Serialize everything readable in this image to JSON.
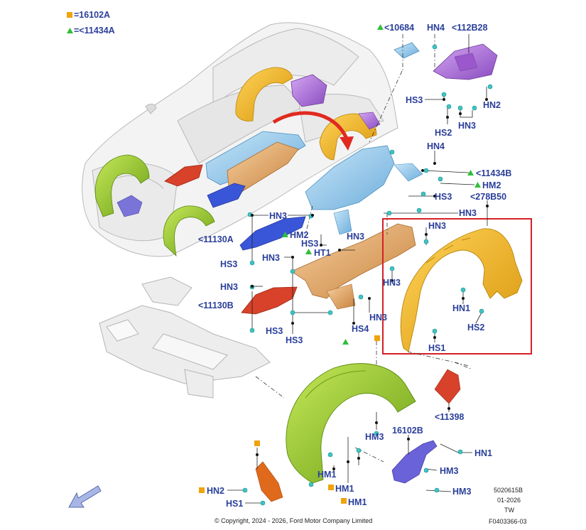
{
  "legend": {
    "square_text": "=16102A",
    "triangle_text": "=<11434A",
    "square_color": "#f0a30a",
    "triangle_color": "#2fbf3a"
  },
  "callouts": {
    "c10684": "<10684",
    "hn4_top": "HN4",
    "c112b28": "<112B28",
    "hs3_top": "HS3",
    "hn2_top": "HN2",
    "hn3_top": "HN3",
    "hs2_top": "HS2",
    "hn4_mid": "HN4",
    "c11434b": "<11434B",
    "hm2_right": "HM2",
    "hs3_mid": "HS3",
    "c278b50": "<278B50",
    "hn3_mid_right": "HN3",
    "hn3_left": "HN3",
    "c11130a": "<11130A",
    "hm2_left": "HM2",
    "hn3_center": "HN3",
    "hs3_center": "HS3",
    "ht1": "HT1",
    "hn3_lower_left": "HN3",
    "hs3_left": "HS3",
    "hn3_box_top": "HN3",
    "hn3_box_left": "HN3",
    "hn1_box": "HN1",
    "hs2_box": "HS2",
    "hs1_box": "HS1",
    "hn3_frame": "HN3",
    "c11130b": "<11130B",
    "hs3_frame_a": "HS3",
    "hs3_frame_b": "HS3",
    "hn3_low_center": "HN3",
    "hs4": "HS4",
    "c11398": "<11398",
    "hm3_liner": "HM3",
    "c16102b": "16102B",
    "hn1_bottom": "HN1",
    "hm3_bottom_a": "HM3",
    "hm3_bottom_b": "HM3",
    "hm1_a": "HM1",
    "hm1_b": "HM1",
    "hm1_c": "HM1",
    "hn2_bottom": "HN2",
    "hs1_bottom": "HS1"
  },
  "footer": {
    "copyright": "© Copyright, 2024 - 2026, Ford Motor Company Limited",
    "code1": "5020615B",
    "code2": "01-2026",
    "code3": "TW",
    "code4": "F0403366-03"
  },
  "highlight_color": "#d42027",
  "part_colors": {
    "yellow": "#f0b81c",
    "purple": "#a46ad2",
    "light_blue": "#8ec6ea",
    "tan": "#e3a86c",
    "blue": "#3a56d8",
    "red": "#d8412a",
    "green": "#8ec62a",
    "orange": "#e06a1c",
    "violet": "#6a62d8"
  }
}
